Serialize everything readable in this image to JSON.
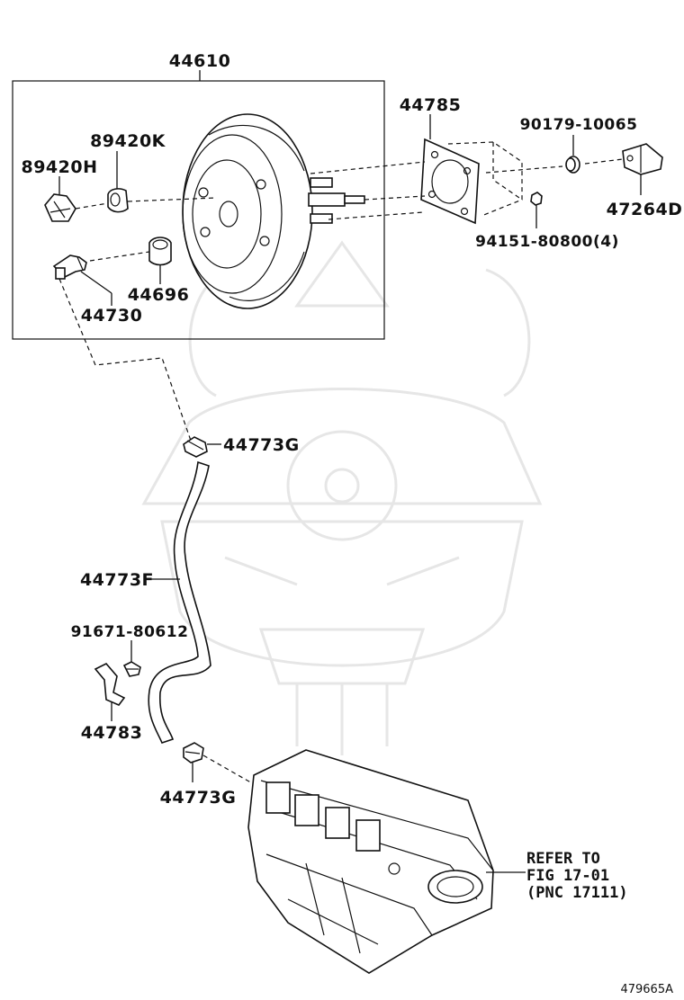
{
  "diagram_id": "479665A",
  "labels": {
    "booster_assembly": "44610",
    "gasket": "44785",
    "check_valve_89420k": "89420K",
    "check_valve_89420h": "89420H",
    "washer": "90179-10065",
    "fork": "47264D",
    "nut": "94151-80800(4)",
    "grommet": "44696",
    "union": "44730",
    "clip_upper": "44773G",
    "hose": "44773F",
    "bolt": "91671-80612",
    "bracket": "44783",
    "clip_lower": "44773G"
  },
  "reference": {
    "line1": "REFER TO",
    "line2": "FIG 17-01",
    "line3": "(PNC 17111)"
  }
}
